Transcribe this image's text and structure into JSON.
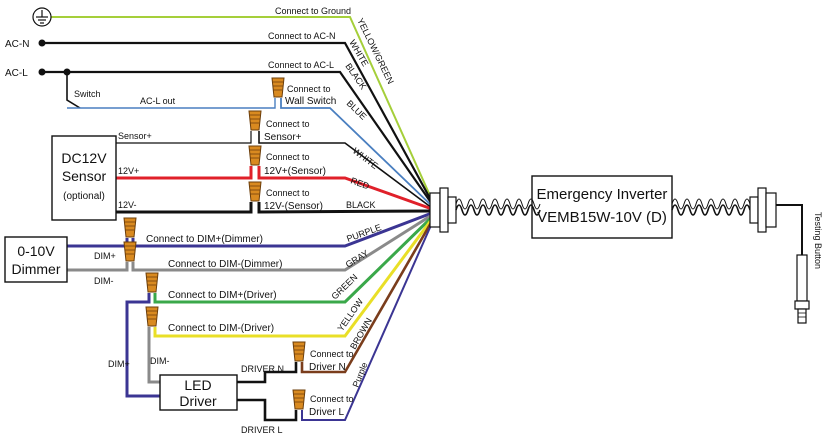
{
  "left_labels": {
    "ac_n": "AC-N",
    "ac_l": "AC-L",
    "switch": "Switch",
    "ac_l_out": "AC-L out",
    "sensor_plus": "Sensor+",
    "v12_plus": "12V+",
    "v12_minus": "12V-",
    "dim_plus_1": "DIM+",
    "dim_minus_1": "DIM-",
    "dim_plus_2": "DIM+",
    "dim_minus_2": "DIM-"
  },
  "boxes": {
    "sensor_line1": "DC12V",
    "sensor_line2": "Sensor",
    "sensor_line3": "(optional)",
    "dimmer_line1": "0-10V",
    "dimmer_line2": "Dimmer",
    "led_line1": "LED",
    "led_line2": "Driver",
    "inverter_line1": "Emergency Inverter",
    "inverter_line2": "VEMB15W-10V (D)"
  },
  "connections": {
    "ground": "Connect to Ground",
    "ac_n": "Connect to AC-N",
    "ac_l": "Connect to AC-L",
    "wall_switch_1": "Connect to",
    "wall_switch_2": "Wall Switch",
    "sensor_1": "Connect to",
    "sensor_2": "Sensor+",
    "v12p_1": "Connect to",
    "v12p_2": "12V+(Sensor)",
    "v12m_1": "Connect to",
    "v12m_2": "12V-(Sensor)",
    "dim_plus_dimmer": "Connect to  DIM+(Dimmer)",
    "dim_minus_dimmer": "Connect to  DIM-(Dimmer)",
    "dim_plus_driver": "Connect to  DIM+(Driver)",
    "dim_minus_driver": "Connect to DIM-(Driver)",
    "driver_n_1": "Connect to",
    "driver_n_2": "Driver N",
    "driver_l_1": "Connect to",
    "driver_l_2": "Driver L",
    "driver_n_wire": "DRIVER N",
    "driver_l_wire": "DRIVER L"
  },
  "wire_colors": {
    "yellow_green": "YELLOW/GREEN",
    "white_1": "WHITE",
    "black_1": "BLACK",
    "blue": "BLUE",
    "white_2": "WHITE",
    "red": "RED",
    "black_2": "BLACK",
    "purple_1": "PURPLE",
    "gray": "GRAY",
    "green": "GREEN",
    "yellow": "YELLOW",
    "brown": "BROWN",
    "purple_2": "Purple"
  },
  "testing_button": "Testing Button",
  "colors": {
    "yellow_green": "#a5cf3a",
    "black": "#111111",
    "blue": "#4a7fc0",
    "red": "#e0202a",
    "purple": "#3b3593",
    "gray": "#8a8a8a",
    "green": "#3aa84a",
    "yellow": "#e9df27",
    "brown": "#7a3d1c",
    "nut_orange": "#d98a20"
  }
}
